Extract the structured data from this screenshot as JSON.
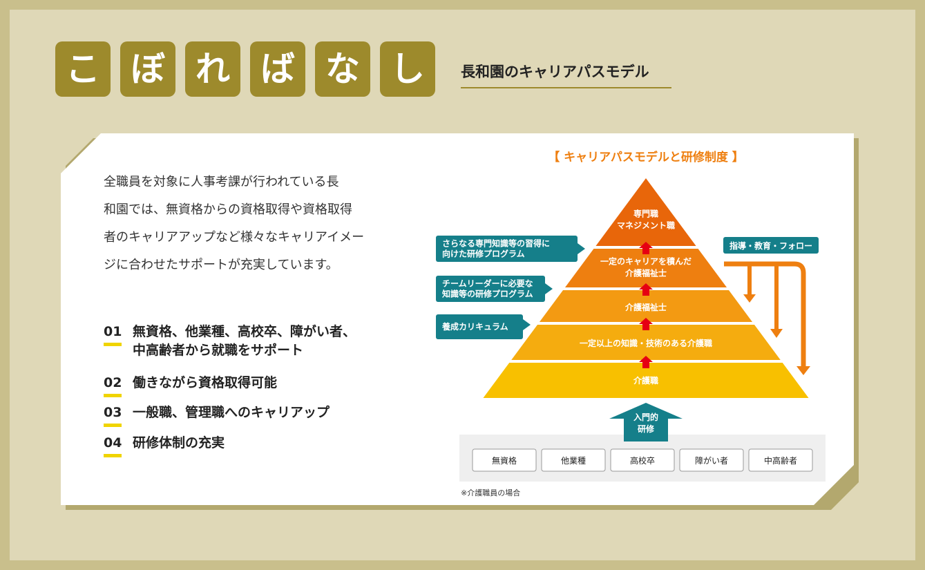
{
  "header": {
    "title_chars": [
      "こ",
      "ぼ",
      "れ",
      "ば",
      "な",
      "し"
    ],
    "subtitle": "長和園のキャリアパスモデル"
  },
  "intro": {
    "paragraph_lines": [
      "全職員を対象に人事考課が行われている長",
      "和園では、無資格からの資格取得や資格取得",
      "者のキャリアアップなど様々なキャリアイメー",
      "ジに合わせたサポートが充実しています。"
    ]
  },
  "features": [
    {
      "number": "01",
      "lines": [
        "無資格、他業種、高校卒、障がい者、",
        "中高齢者から就職をサポート"
      ]
    },
    {
      "number": "02",
      "lines": [
        "働きながら資格取得可能"
      ]
    },
    {
      "number": "03",
      "lines": [
        "一般職、管理職へのキャリアップ"
      ]
    },
    {
      "number": "04",
      "lines": [
        "研修体制の充実"
      ]
    }
  ],
  "diagram": {
    "title": "【 キャリアパスモデルと研修制度 】",
    "levels": [
      {
        "lines": [
          "専門職",
          "マネジメント職"
        ],
        "color": "#e8660a"
      },
      {
        "lines": [
          "一定のキャリアを積んだ",
          "介護福祉士"
        ],
        "color": "#ee7f10"
      },
      {
        "lines": [
          "介護福祉士"
        ],
        "color": "#f39a12"
      },
      {
        "lines": [
          "一定以上の知識・技術のある介護職"
        ],
        "color": "#f5ac0f"
      },
      {
        "lines": [
          "介護職"
        ],
        "color": "#f8c000"
      }
    ],
    "training_labels": [
      {
        "lines": [
          "さらなる専門知識等の習得に",
          "向けた研修プログラム"
        ]
      },
      {
        "lines": [
          "チームリーダーに必要な",
          "知識等の研修プログラム"
        ]
      },
      {
        "lines": [
          "養成カリキュラム"
        ]
      }
    ],
    "support_label": "指導・教育・フォロー",
    "entry_arrow": [
      "入門的",
      "研修"
    ],
    "entry_boxes": [
      "無資格",
      "他業種",
      "高校卒",
      "障がい者",
      "中高齢者"
    ],
    "footnote": "※介護職員の場合",
    "colors": {
      "teal": "#157f8a",
      "up_arrow": "#e60012",
      "support_arrow": "#ee7f10",
      "accent_text": "#ee7f10",
      "tile": "#9d8a2c",
      "underline": "#f0d400"
    }
  }
}
